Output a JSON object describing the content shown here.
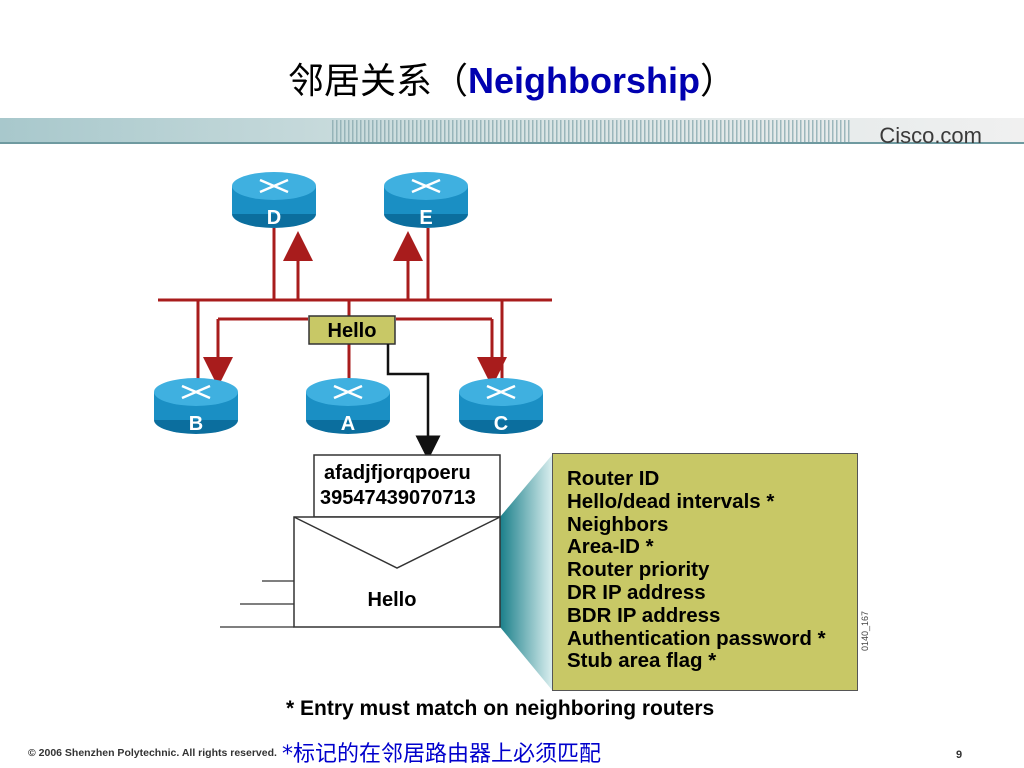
{
  "title": {
    "cn": "邻居关系（",
    "en": "Neighborship",
    "close": "）"
  },
  "brand": "Cisco.com",
  "routers": [
    {
      "id": "router-d",
      "label": "D"
    },
    {
      "id": "router-e",
      "label": "E"
    },
    {
      "id": "router-b",
      "label": "B"
    },
    {
      "id": "router-a",
      "label": "A"
    },
    {
      "id": "router-c",
      "label": "C"
    }
  ],
  "hello_label": "Hello",
  "packet": {
    "line1": "afadjfjorqpoeru",
    "line2": "39547439070713",
    "envelope_label": "Hello"
  },
  "fields": [
    "Router ID",
    "Hello/dead intervals *",
    "Neighbors",
    "Area-ID *",
    "Router priority",
    "DR IP address",
    "BDR IP address",
    "Authentication password *",
    "Stub area flag *"
  ],
  "figure_code": "0140_167",
  "note": "* Entry must match on neighboring routers",
  "footer": {
    "copyright": "© 2006 Shenzhen Polytechnic. All rights reserved.",
    "cn_note": "*标记的在邻居路由器上必须匹配",
    "page": "9"
  },
  "colors": {
    "router": "#1a8fc4",
    "link": "#a81c1c",
    "hello_box": "#c8c866",
    "title_en": "#0000b0",
    "cn_note": "#0000cc"
  }
}
